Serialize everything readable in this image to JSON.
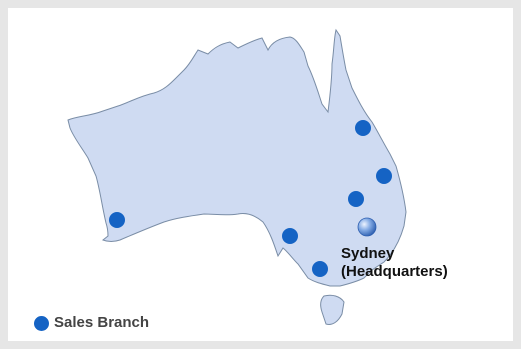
{
  "map": {
    "land_color": "#cfdbf2",
    "outline_color": "#7a8da6",
    "branch_color": "#1563c4",
    "hq_color": "#5d8fd6"
  },
  "headquarters": {
    "city": "Sydney",
    "role": "(Headquarters)"
  },
  "legend": {
    "label": "Sales Branch",
    "icon": "circle-icon"
  }
}
